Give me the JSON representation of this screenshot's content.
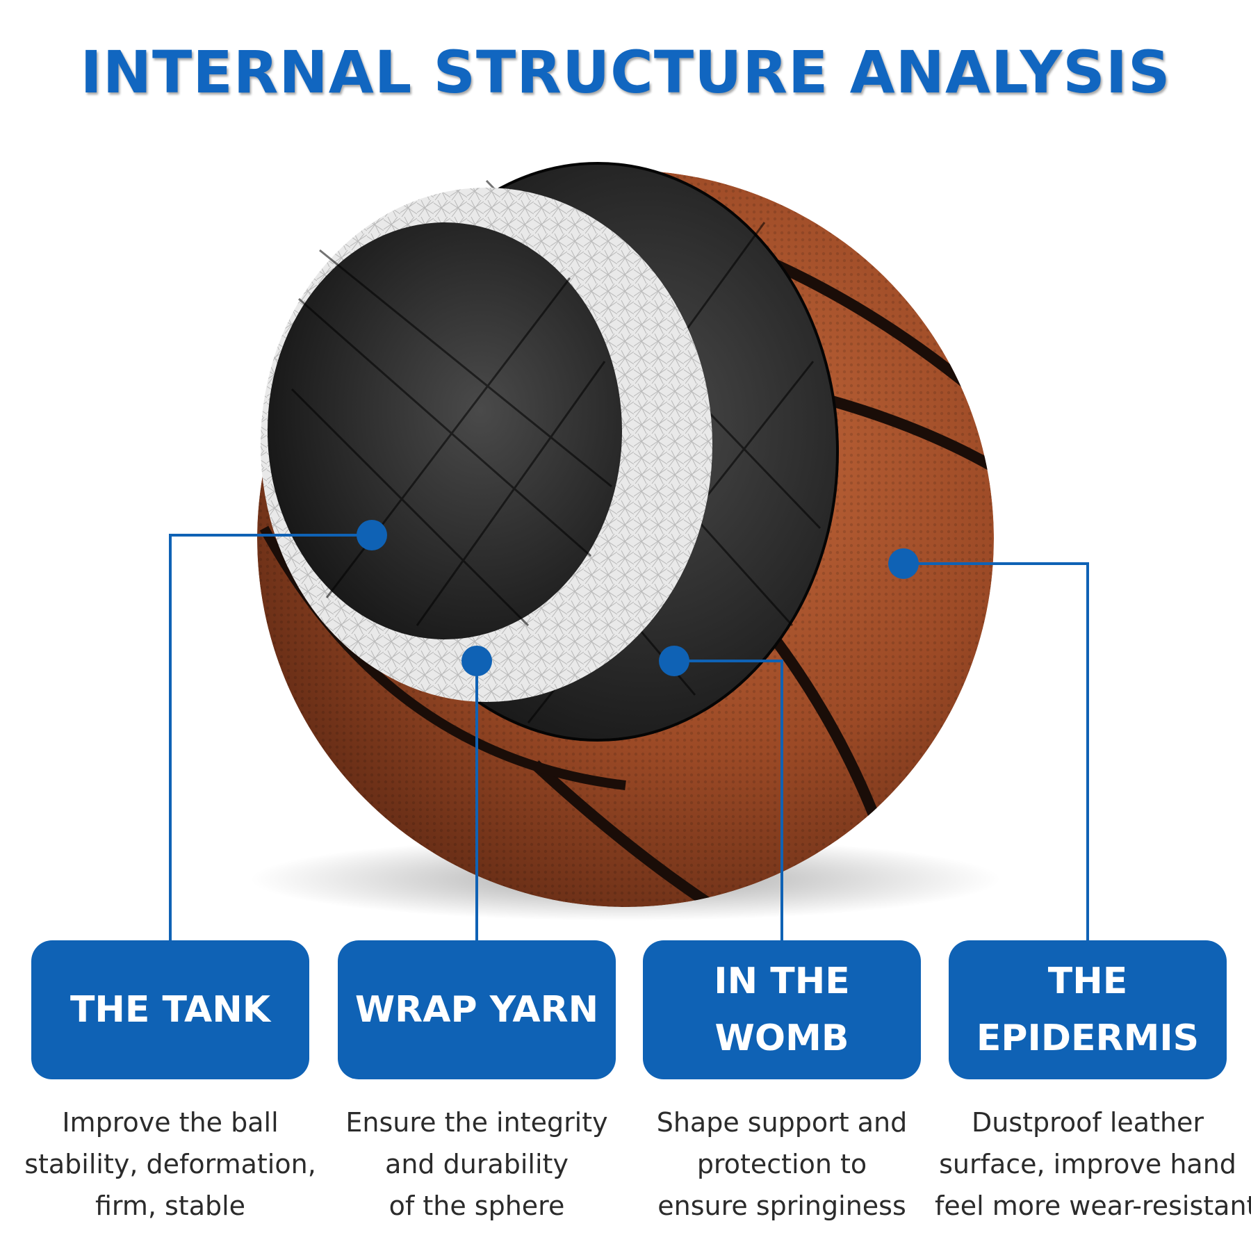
{
  "title": "INTERNAL STRUCTURE ANALYSIS",
  "colors": {
    "title": "#1166c0",
    "accent": "#0f62b5",
    "leather": "#9c4a26",
    "text": "#2b2b2b"
  },
  "image": {
    "subject": "basketball-cutaway"
  },
  "components": [
    {
      "name": [
        "THE TANK"
      ],
      "desc": [
        "Improve the ball",
        "stability, deformation,",
        "firm, stable"
      ]
    },
    {
      "name": [
        "WRAP YARN"
      ],
      "desc": [
        "Ensure the integrity",
        "and durability",
        "of the sphere"
      ]
    },
    {
      "name": [
        "IN THE",
        "WOMB"
      ],
      "desc": [
        "Shape support and",
        "protection to",
        "ensure springiness"
      ]
    },
    {
      "name": [
        "THE",
        "EPIDERMIS"
      ],
      "desc": [
        "Dustproof leather",
        "surface, improve hand",
        "feel more wear-resistant"
      ]
    }
  ]
}
